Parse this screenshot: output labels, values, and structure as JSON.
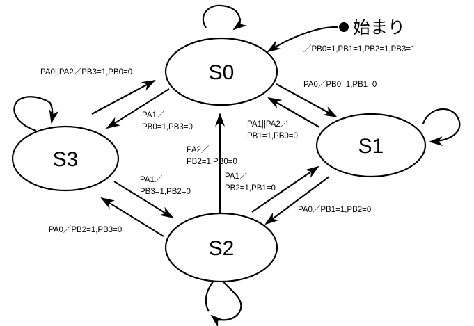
{
  "start": {
    "label": "始まり"
  },
  "states": {
    "s0": "S0",
    "s1": "S1",
    "s2": "S2",
    "s3": "S3"
  },
  "transitions": {
    "start_to_s0": [
      "／PB0=1,PB1=1,PB2=1,PB3=1"
    ],
    "s3_to_s0": [
      "PA0||PA2／PB3=1,PB0=0"
    ],
    "s0_to_s1": [
      "PA0／PB0=1,PB1=0"
    ],
    "s0_to_s3": [
      "PA1／",
      "PB0=1,PB3=0"
    ],
    "s1_to_s0": [
      "PA1||PA2／",
      "PB1=1,PB0=0"
    ],
    "s2_to_s0": [
      "PA2／",
      "PB2=1,PB0=0"
    ],
    "s3_to_s2": [
      "PA1／",
      "PB3=1,PB2=0"
    ],
    "s2_to_s1": [
      "PA1／",
      "PB2=1,PB1=0"
    ],
    "s1_to_s2": [
      "PA0／PB1=1,PB2=0"
    ],
    "s2_to_s3": [
      "PA0／PB2=1,PB3=0"
    ]
  }
}
